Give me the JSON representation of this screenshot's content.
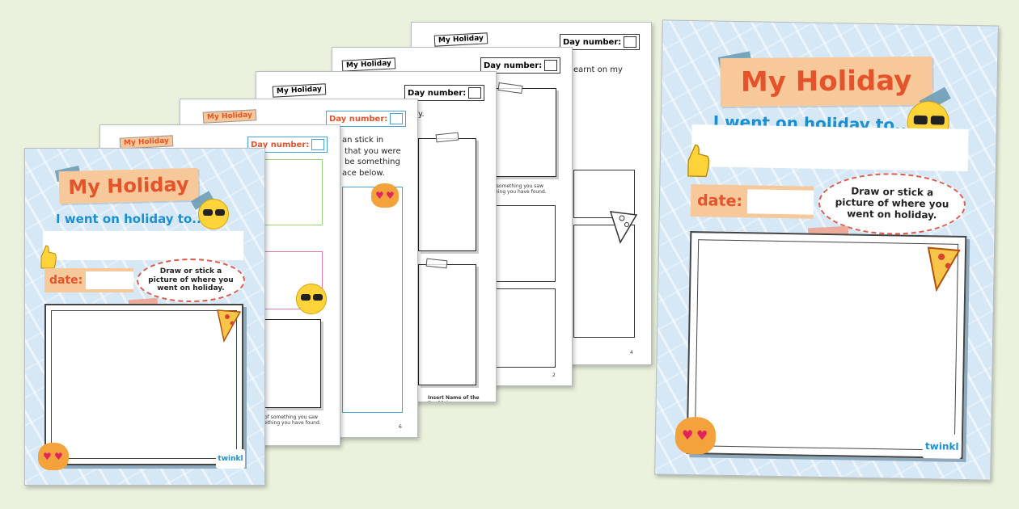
{
  "booklet": {
    "title": "My Holiday",
    "subtitle": "I went on holiday to...",
    "date_label": "date:",
    "speech": "Draw or stick a picture of where you went on holiday.",
    "brand": "twinkl"
  },
  "inner_pages": {
    "header_label": "My Holiday",
    "day_number": "Day number:",
    "caption": "Draw or stick a picture of something you saw today or stick something you have found.",
    "caption_cut": "of something you saw\nething you have found.",
    "stick_in_text": "an stick in\n that you were\n be something\nace below.",
    "learnt_text": "earnt on my",
    "y_text": "y.",
    "footer_booklet": "Insert Name of the Booklet",
    "page_numbers": [
      "4",
      "2",
      "6"
    ]
  },
  "colors": {
    "background": "#eaf2dd",
    "cover": "#d6e8f6",
    "banner": "#f7c89a",
    "title": "#e5532a",
    "subtitle": "#1a8fd1"
  }
}
